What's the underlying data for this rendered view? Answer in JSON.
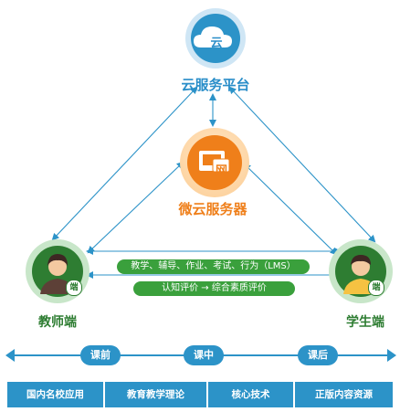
{
  "nodes": {
    "cloud_platform": {
      "label": "云服务平台",
      "icon_text": "云"
    },
    "micro_server": {
      "label": "微云服务器",
      "icon_text": "网"
    },
    "teacher": {
      "label": "教师端",
      "badge": "端"
    },
    "student": {
      "label": "学生端",
      "badge": "端"
    }
  },
  "bars": {
    "lms": "教学、辅导、作业、考试、行为（LMS）",
    "eval": "认知评价 → 综合素质评价"
  },
  "timeline": [
    "课前",
    "课中",
    "课后"
  ],
  "bottom_boxes": [
    "国内名校应用",
    "教育教学理论",
    "核心技术",
    "正版内容资源"
  ],
  "colors": {
    "blue": "#2c93c8",
    "orange": "#ef7f1a",
    "green": "#2e7d32",
    "bar_green": "#3aa03c"
  }
}
